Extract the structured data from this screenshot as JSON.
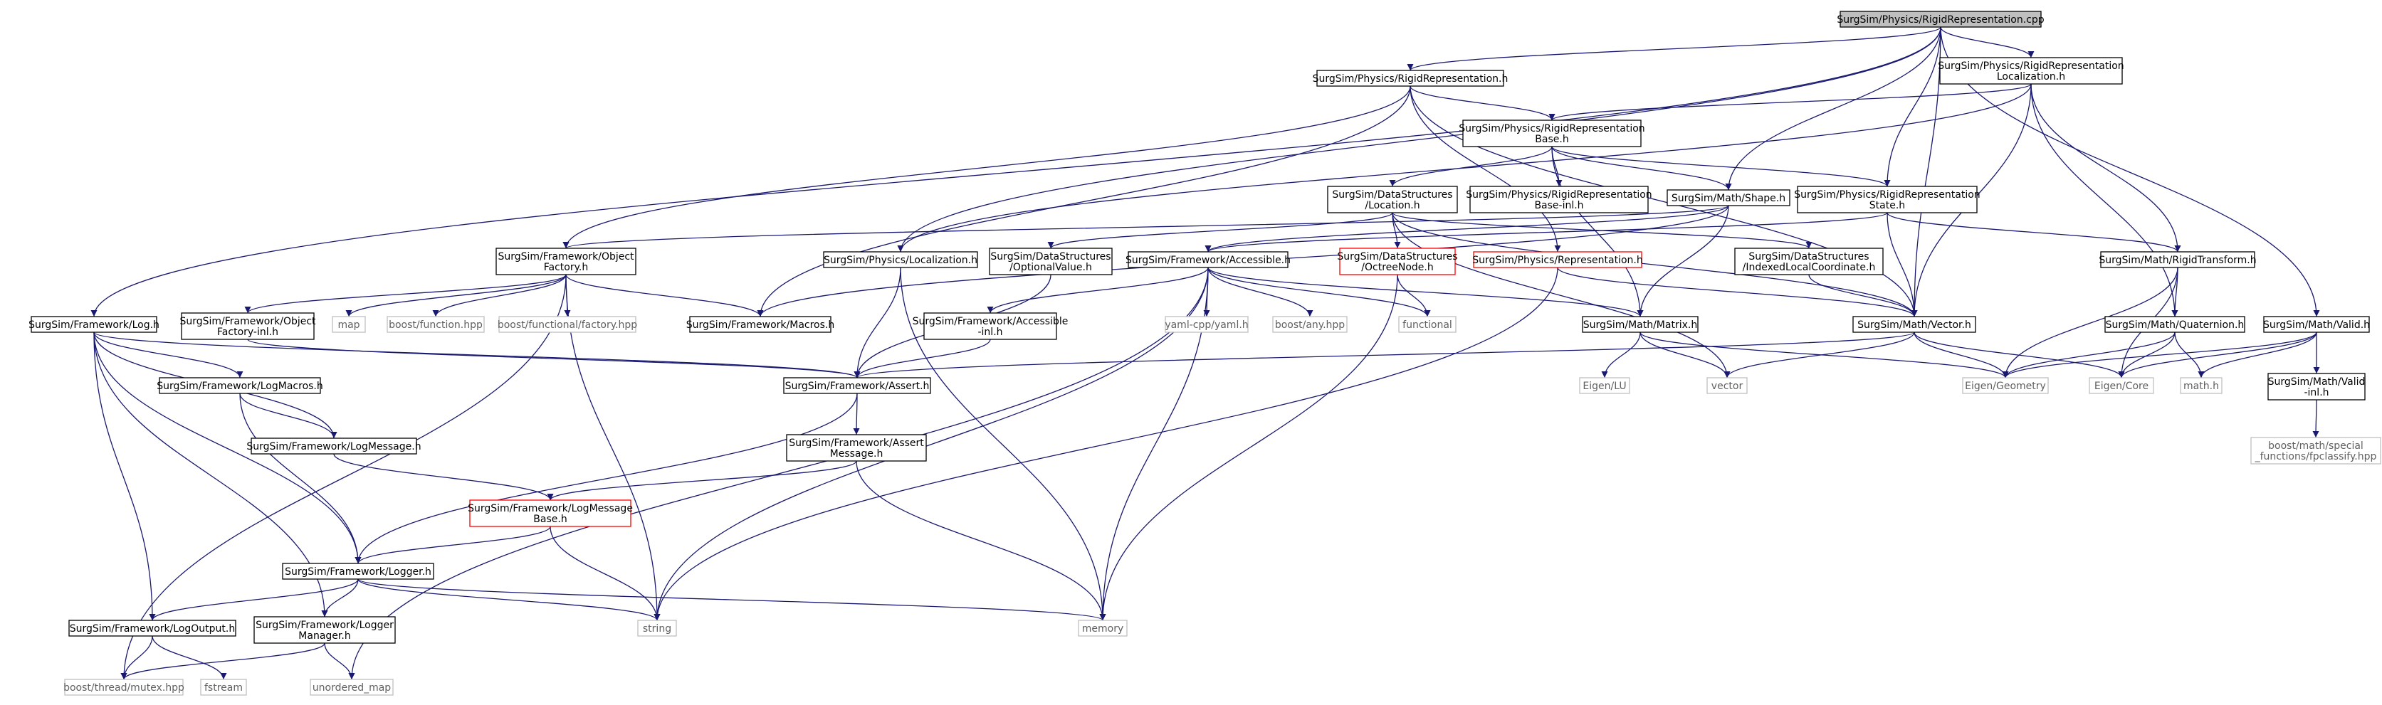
{
  "colors": {
    "edge": "#191970",
    "border_normal": "#000000",
    "border_red": "#ff0000",
    "border_ext": "#bfbfbf",
    "fill_root": "#bfbfbf",
    "fill_normal": "#ffffff",
    "text_normal": "#000000",
    "text_ext": "#606060"
  },
  "nodes": [
    {
      "id": "root",
      "type": "root",
      "lines": [
        "SurgSim/Physics/RigidRepresentation.cpp"
      ]
    },
    {
      "id": "rr_h",
      "type": "normal",
      "lines": [
        "SurgSim/Physics/RigidRepresentation.h"
      ]
    },
    {
      "id": "rrloc_h",
      "type": "normal",
      "lines": [
        "SurgSim/Physics/RigidRepresentation",
        "Localization.h"
      ]
    },
    {
      "id": "rrbase_h",
      "type": "normal",
      "lines": [
        "SurgSim/Physics/RigidRepresentation",
        "Base.h"
      ]
    },
    {
      "id": "ds_loc",
      "type": "normal",
      "lines": [
        "SurgSim/DataStructures",
        "/Location.h"
      ]
    },
    {
      "id": "rrbaseinl",
      "type": "normal",
      "lines": [
        "SurgSim/Physics/RigidRepresentation",
        "Base-inl.h"
      ]
    },
    {
      "id": "shape_h",
      "type": "normal",
      "lines": [
        "SurgSim/Math/Shape.h"
      ]
    },
    {
      "id": "rrstate_h",
      "type": "normal",
      "lines": [
        "SurgSim/Physics/RigidRepresentation",
        "State.h"
      ]
    },
    {
      "id": "objfact",
      "type": "normal",
      "lines": [
        "SurgSim/Framework/Object",
        "Factory.h"
      ]
    },
    {
      "id": "phys_loc",
      "type": "normal",
      "lines": [
        "SurgSim/Physics/Localization.h"
      ]
    },
    {
      "id": "optval",
      "type": "normal",
      "lines": [
        "SurgSim/DataStructures",
        "/OptionalValue.h"
      ]
    },
    {
      "id": "access",
      "type": "normal",
      "lines": [
        "SurgSim/Framework/Accessible.h"
      ]
    },
    {
      "id": "octree",
      "type": "red",
      "lines": [
        "SurgSim/DataStructures",
        "/OctreeNode.h"
      ]
    },
    {
      "id": "physrep",
      "type": "red",
      "lines": [
        "SurgSim/Physics/Representation.h"
      ]
    },
    {
      "id": "idxloc",
      "type": "normal",
      "lines": [
        "SurgSim/DataStructures",
        "/IndexedLocalCoordinate.h"
      ]
    },
    {
      "id": "rigidtf",
      "type": "normal",
      "lines": [
        "SurgSim/Math/RigidTransform.h"
      ]
    },
    {
      "id": "log_h",
      "type": "normal",
      "lines": [
        "SurgSim/Framework/Log.h"
      ]
    },
    {
      "id": "objfactinl",
      "type": "normal",
      "lines": [
        "SurgSim/Framework/Object",
        "Factory-inl.h"
      ]
    },
    {
      "id": "map",
      "type": "ext",
      "lines": [
        "map"
      ]
    },
    {
      "id": "bfunc",
      "type": "ext",
      "lines": [
        "boost/function.hpp"
      ]
    },
    {
      "id": "bfuncfact",
      "type": "ext",
      "lines": [
        "boost/functional/factory.hpp"
      ]
    },
    {
      "id": "macros",
      "type": "normal",
      "lines": [
        "SurgSim/Framework/Macros.h"
      ]
    },
    {
      "id": "accinl",
      "type": "normal",
      "lines": [
        "SurgSim/Framework/Accessible",
        "-inl.h"
      ]
    },
    {
      "id": "yaml",
      "type": "ext",
      "lines": [
        "yaml-cpp/yaml.h"
      ]
    },
    {
      "id": "bany",
      "type": "ext",
      "lines": [
        "boost/any.hpp"
      ]
    },
    {
      "id": "functional",
      "type": "ext",
      "lines": [
        "functional"
      ]
    },
    {
      "id": "matrix",
      "type": "normal",
      "lines": [
        "SurgSim/Math/Matrix.h"
      ]
    },
    {
      "id": "vector_h",
      "type": "normal",
      "lines": [
        "SurgSim/Math/Vector.h"
      ]
    },
    {
      "id": "quat",
      "type": "normal",
      "lines": [
        "SurgSim/Math/Quaternion.h"
      ]
    },
    {
      "id": "valid",
      "type": "normal",
      "lines": [
        "SurgSim/Math/Valid.h"
      ]
    },
    {
      "id": "logmacros",
      "type": "normal",
      "lines": [
        "SurgSim/Framework/LogMacros.h"
      ]
    },
    {
      "id": "assert",
      "type": "normal",
      "lines": [
        "SurgSim/Framework/Assert.h"
      ]
    },
    {
      "id": "eigenlu",
      "type": "ext",
      "lines": [
        "Eigen/LU"
      ]
    },
    {
      "id": "vector",
      "type": "ext",
      "lines": [
        "vector"
      ]
    },
    {
      "id": "eigengeo",
      "type": "ext",
      "lines": [
        "Eigen/Geometry"
      ]
    },
    {
      "id": "eigencore",
      "type": "ext",
      "lines": [
        "Eigen/Core"
      ]
    },
    {
      "id": "mathh",
      "type": "ext",
      "lines": [
        "math.h"
      ]
    },
    {
      "id": "validinl",
      "type": "normal",
      "lines": [
        "SurgSim/Math/Valid",
        "-inl.h"
      ]
    },
    {
      "id": "logmsg",
      "type": "normal",
      "lines": [
        "SurgSim/Framework/LogMessage.h"
      ]
    },
    {
      "id": "assertmsg",
      "type": "normal",
      "lines": [
        "SurgSim/Framework/Assert",
        "Message.h"
      ]
    },
    {
      "id": "fpclass",
      "type": "ext",
      "lines": [
        "boost/math/special",
        "_functions/fpclassify.hpp"
      ]
    },
    {
      "id": "logmsgbase",
      "type": "red",
      "lines": [
        "SurgSim/Framework/LogMessage",
        "Base.h"
      ]
    },
    {
      "id": "logger",
      "type": "normal",
      "lines": [
        "SurgSim/Framework/Logger.h"
      ]
    },
    {
      "id": "logout",
      "type": "normal",
      "lines": [
        "SurgSim/Framework/LogOutput.h"
      ]
    },
    {
      "id": "logmgr",
      "type": "normal",
      "lines": [
        "SurgSim/Framework/Logger",
        "Manager.h"
      ]
    },
    {
      "id": "string",
      "type": "ext",
      "lines": [
        "string"
      ]
    },
    {
      "id": "memory",
      "type": "ext",
      "lines": [
        "memory"
      ]
    },
    {
      "id": "mutex",
      "type": "ext",
      "lines": [
        "boost/thread/mutex.hpp"
      ]
    },
    {
      "id": "fstream",
      "type": "ext",
      "lines": [
        "fstream"
      ]
    },
    {
      "id": "umap",
      "type": "ext",
      "lines": [
        "unordered_map"
      ]
    }
  ],
  "edges": [
    [
      "root",
      "rr_h"
    ],
    [
      "root",
      "rrloc_h"
    ],
    [
      "root",
      "shape_h"
    ],
    [
      "root",
      "rrstate_h"
    ],
    [
      "root",
      "phys_loc"
    ],
    [
      "root",
      "log_h"
    ],
    [
      "root",
      "vector_h"
    ],
    [
      "root",
      "valid"
    ],
    [
      "rr_h",
      "rrbase_h"
    ],
    [
      "rr_h",
      "objfact"
    ],
    [
      "rr_h",
      "macros"
    ],
    [
      "rr_h",
      "physrep"
    ],
    [
      "rr_h",
      "vector_h"
    ],
    [
      "rrloc_h",
      "rrbase_h"
    ],
    [
      "rrloc_h",
      "phys_loc"
    ],
    [
      "rrloc_h",
      "rigidtf"
    ],
    [
      "rrloc_h",
      "quat"
    ],
    [
      "rrloc_h",
      "vector_h"
    ],
    [
      "rrbase_h",
      "ds_loc"
    ],
    [
      "rrbase_h",
      "rrbaseinl"
    ],
    [
      "rrbase_h",
      "shape_h"
    ],
    [
      "rrbase_h",
      "rrstate_h"
    ],
    [
      "rrbase_h",
      "matrix"
    ],
    [
      "ds_loc",
      "optval"
    ],
    [
      "ds_loc",
      "octree"
    ],
    [
      "ds_loc",
      "idxloc"
    ],
    [
      "ds_loc",
      "vector_h"
    ],
    [
      "ds_loc",
      "vector"
    ],
    [
      "shape_h",
      "objfact"
    ],
    [
      "shape_h",
      "access"
    ],
    [
      "shape_h",
      "matrix"
    ],
    [
      "shape_h",
      "macros"
    ],
    [
      "rrstate_h",
      "access"
    ],
    [
      "rrstate_h",
      "rigidtf"
    ],
    [
      "rrstate_h",
      "vector_h"
    ],
    [
      "objfact",
      "objfactinl"
    ],
    [
      "objfact",
      "map"
    ],
    [
      "objfact",
      "bfunc"
    ],
    [
      "objfact",
      "bfuncfact"
    ],
    [
      "objfact",
      "macros"
    ],
    [
      "objfact",
      "string"
    ],
    [
      "objfact",
      "mutex"
    ],
    [
      "phys_loc",
      "assert"
    ],
    [
      "phys_loc",
      "memory"
    ],
    [
      "optval",
      "assert"
    ],
    [
      "access",
      "accinl"
    ],
    [
      "access",
      "yaml"
    ],
    [
      "access",
      "bany"
    ],
    [
      "access",
      "functional"
    ],
    [
      "access",
      "matrix"
    ],
    [
      "access",
      "string"
    ],
    [
      "access",
      "memory"
    ],
    [
      "access",
      "umap"
    ],
    [
      "octree",
      "functional"
    ],
    [
      "octree",
      "memory"
    ],
    [
      "physrep",
      "vector_h"
    ],
    [
      "physrep",
      "string"
    ],
    [
      "idxloc",
      "vector_h"
    ],
    [
      "rigidtf",
      "quat"
    ],
    [
      "rigidtf",
      "eigengeo"
    ],
    [
      "rigidtf",
      "eigencore"
    ],
    [
      "log_h",
      "logmacros"
    ],
    [
      "log_h",
      "logmsg"
    ],
    [
      "log_h",
      "assert"
    ],
    [
      "log_h",
      "logger"
    ],
    [
      "log_h",
      "logout"
    ],
    [
      "log_h",
      "logmgr"
    ],
    [
      "objfactinl",
      "assert"
    ],
    [
      "accinl",
      "assert"
    ],
    [
      "matrix",
      "eigenlu"
    ],
    [
      "matrix",
      "vector"
    ],
    [
      "matrix",
      "eigengeo"
    ],
    [
      "vector_h",
      "assert"
    ],
    [
      "vector_h",
      "eigengeo"
    ],
    [
      "vector_h",
      "eigencore"
    ],
    [
      "vector_h",
      "vector"
    ],
    [
      "quat",
      "eigengeo"
    ],
    [
      "quat",
      "eigencore"
    ],
    [
      "quat",
      "mathh"
    ],
    [
      "valid",
      "validinl"
    ],
    [
      "valid",
      "eigengeo"
    ],
    [
      "valid",
      "eigencore"
    ],
    [
      "valid",
      "mathh"
    ],
    [
      "validinl",
      "fpclass"
    ],
    [
      "logmacros",
      "logmsg"
    ],
    [
      "logmacros",
      "logger"
    ],
    [
      "logmsg",
      "logmsgbase"
    ],
    [
      "assert",
      "assertmsg"
    ],
    [
      "assert",
      "logger"
    ],
    [
      "assertmsg",
      "logmsgbase"
    ],
    [
      "assertmsg",
      "memory"
    ],
    [
      "logmsgbase",
      "logger"
    ],
    [
      "logmsgbase",
      "string"
    ],
    [
      "logger",
      "logout"
    ],
    [
      "logger",
      "logmgr"
    ],
    [
      "logger",
      "string"
    ],
    [
      "logger",
      "memory"
    ],
    [
      "logout",
      "mutex"
    ],
    [
      "logout",
      "fstream"
    ],
    [
      "logmgr",
      "mutex"
    ],
    [
      "logmgr",
      "umap"
    ]
  ]
}
